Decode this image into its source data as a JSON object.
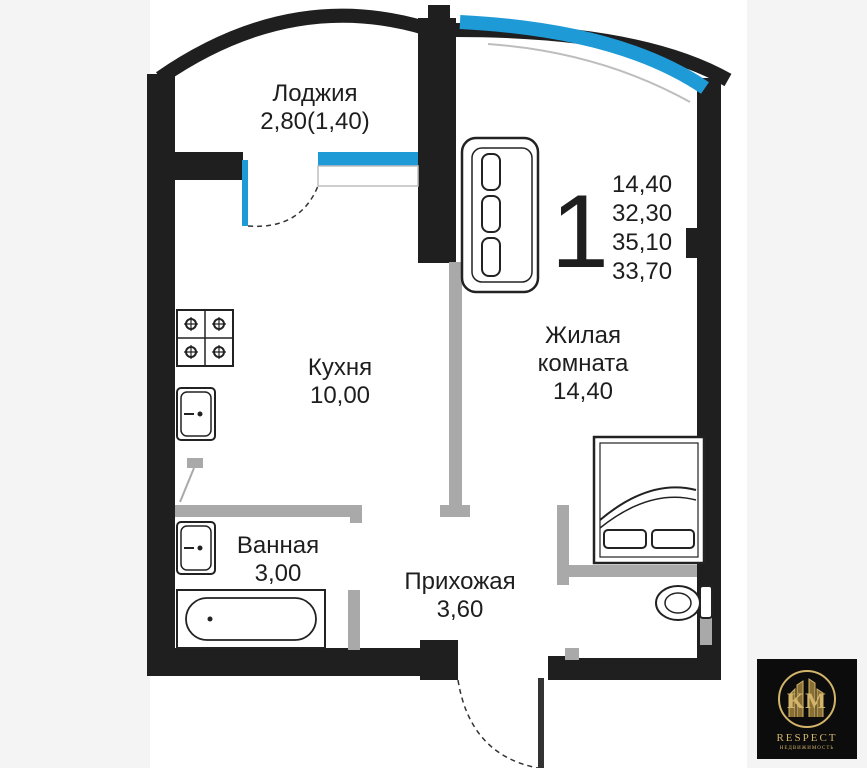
{
  "rooms": {
    "loggia": {
      "name": "Лоджия",
      "area": "2,80(1,40)"
    },
    "kitchen": {
      "name": "Кухня",
      "area": "10,00"
    },
    "living": {
      "name_line1": "Жилая",
      "name_line2": "комната",
      "area": "14,40"
    },
    "bathroom": {
      "name": "Ванная",
      "area": "3,00"
    },
    "hallway": {
      "name": "Прихожая",
      "area": "3,60"
    }
  },
  "summary": {
    "rooms_count": "1",
    "areas": [
      "14,40",
      "32,30",
      "35,10",
      "33,70"
    ]
  },
  "logo": {
    "name": "RESPECT",
    "subtitle": "НЕДВИЖИМОСТЬ",
    "monogram": "KM"
  },
  "colors": {
    "wall": "#1f1f1f",
    "partition": "#a9a9a9",
    "window": "#1e9ad6",
    "background": "#f4f4f4",
    "logo_bg": "#0c0c0c",
    "logo_gold": "#d2b46b"
  }
}
